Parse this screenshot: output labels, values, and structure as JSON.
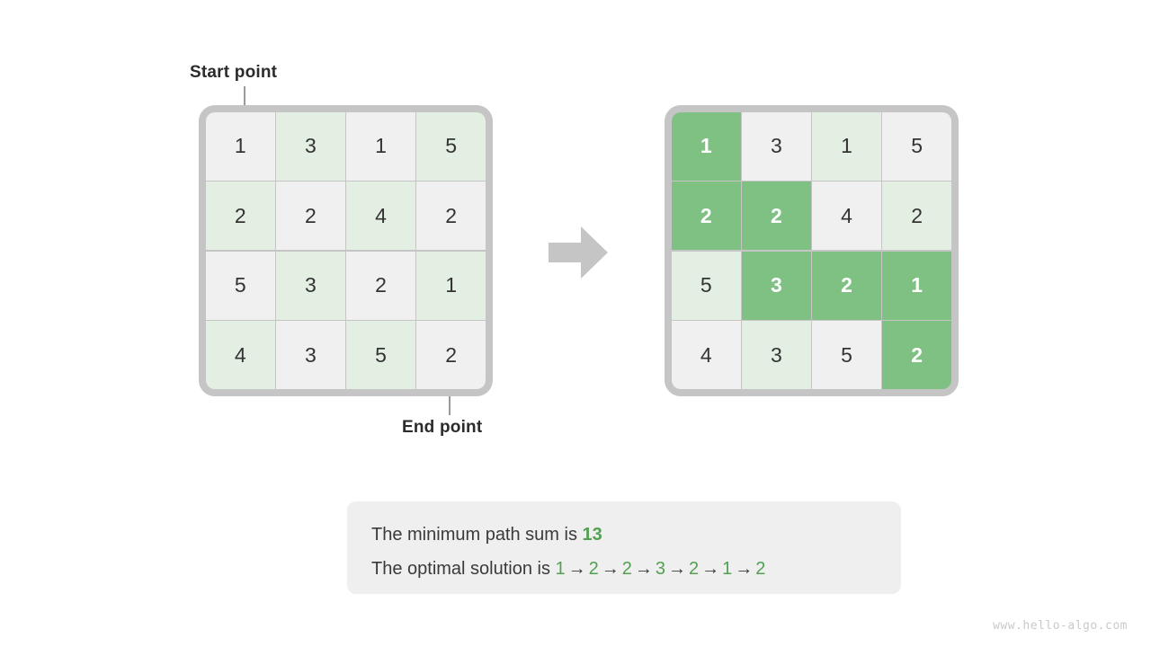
{
  "labels": {
    "start": "Start point",
    "end": "End point"
  },
  "grid": {
    "rows": 4,
    "cols": 4,
    "values": [
      [
        1,
        3,
        1,
        5
      ],
      [
        2,
        2,
        4,
        2
      ],
      [
        5,
        3,
        2,
        1
      ],
      [
        4,
        3,
        5,
        2
      ]
    ]
  },
  "left_grid": {
    "title": "input grid",
    "checker_offset": 0
  },
  "right_grid": {
    "title": "solved grid",
    "checker_offset": 1,
    "highlighted_cells": [
      [
        0,
        0
      ],
      [
        1,
        0
      ],
      [
        1,
        1
      ],
      [
        2,
        1
      ],
      [
        2,
        2
      ],
      [
        2,
        3
      ],
      [
        3,
        3
      ]
    ]
  },
  "transition": {
    "icon": "right-arrow-icon"
  },
  "caption": {
    "line1_prefix": "The minimum path sum is ",
    "min_path_sum": "13",
    "line2_prefix": "The optimal solution is ",
    "path_values": [
      "1",
      "2",
      "2",
      "3",
      "2",
      "1",
      "2"
    ],
    "arrow_glyph": "→"
  },
  "watermark": "www.hello-algo.com",
  "colors": {
    "cell_plain": "#f0f0f0",
    "cell_tint": "#e4efe3",
    "cell_highlight": "#7fc083",
    "frame_border": "#c5c5c5",
    "text": "#333333",
    "accent_green": "#52a050",
    "caption_bg": "#efefef",
    "watermark": "#c9c9c9"
  }
}
